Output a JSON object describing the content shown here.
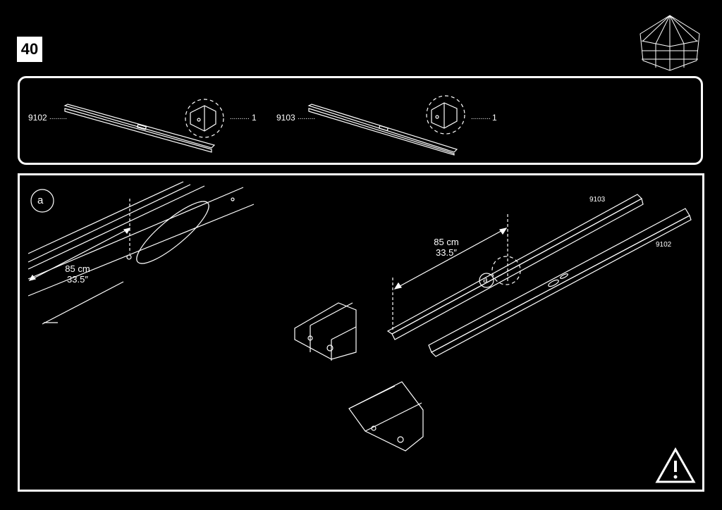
{
  "step_number": "40",
  "parts": [
    {
      "code": "9102",
      "dots": ".........",
      "qty_dots": "..........",
      "qty": "1"
    },
    {
      "code": "9103",
      "dots": ".........",
      "qty_dots": "..........",
      "qty": "1"
    }
  ],
  "detail_callout": "a",
  "dimension": {
    "metric": "85 cm",
    "imperial": "33.5″"
  },
  "rail_labels": {
    "upper": "9103",
    "lower": "9102"
  },
  "icons": [
    "product-thumbnail-icon",
    "warning-triangle-icon",
    "magnifier-circle-icon"
  ]
}
